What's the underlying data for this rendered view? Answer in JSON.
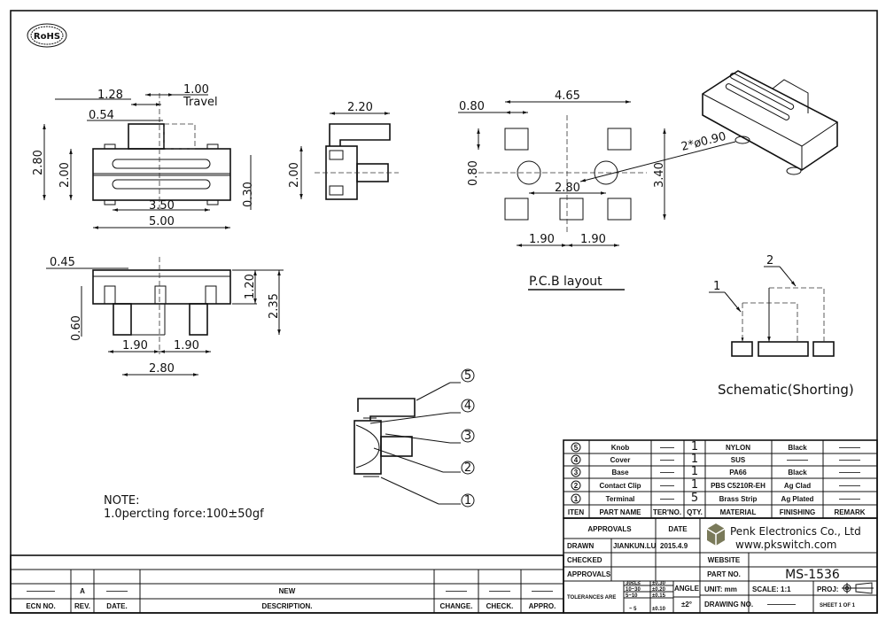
{
  "logo": {
    "label": "RoHS"
  },
  "front_view": {
    "dims": {
      "knob_offset": "1.28",
      "travel": "1.00",
      "travel_label": "Travel",
      "knob_width": "0.54",
      "height_total": "2.80",
      "body_height": "2.00",
      "slot_length": "3.50",
      "body_length": "5.00",
      "pin_thickness": "0.30"
    }
  },
  "side_view": {
    "dims": {
      "width": "2.20",
      "height": "2.00"
    }
  },
  "bottom_view": {
    "dims": {
      "pin_width": "0.45",
      "body_height": "1.20",
      "total_height": "2.35",
      "pin_length": "0.60",
      "pitch_left": "1.90",
      "pitch_right": "1.90",
      "post_spacing": "2.80"
    }
  },
  "pcb_layout": {
    "title": "P.C.B  layout",
    "dims": {
      "pad_width": "0.80",
      "overall_width": "4.65",
      "pad_height": "0.80",
      "hole_spacing": "2.80",
      "overall_height": "3.40",
      "hole_dia": "2*ø0.90",
      "pitch_left": "1.90",
      "pitch_right": "1.90"
    }
  },
  "schematic": {
    "title": "Schematic(Shorting)",
    "labels": [
      "1",
      "2"
    ]
  },
  "exploded": {
    "callouts": [
      "5",
      "4",
      "3",
      "2",
      "1"
    ]
  },
  "note": {
    "title": "NOTE:",
    "line1": "1.0percting  force:100±50gf"
  },
  "bom": {
    "headers": [
      "ITEN",
      "PART NAME",
      "TER'NO.",
      "QTY.",
      "MATERIAL",
      "FINISHING",
      "REMARK"
    ],
    "rows": [
      {
        "item": "5",
        "name": "Knob",
        "ter": "——",
        "qty": "1",
        "material": "NYLON",
        "finishing": "Black",
        "remark": "———"
      },
      {
        "item": "4",
        "name": "Cover",
        "ter": "——",
        "qty": "1",
        "material": "SUS",
        "finishing": "———",
        "remark": "———"
      },
      {
        "item": "3",
        "name": "Base",
        "ter": "——",
        "qty": "1",
        "material": "PA66",
        "finishing": "Black",
        "remark": "———"
      },
      {
        "item": "2",
        "name": "Contact Clip",
        "ter": "——",
        "qty": "1",
        "material": "PBS C5210R-EH",
        "finishing": "Ag Clad",
        "remark": "———"
      },
      {
        "item": "1",
        "name": "Terminal",
        "ter": "——",
        "qty": "5",
        "material": "Brass Strip",
        "finishing": "Ag Plated",
        "remark": "———"
      }
    ]
  },
  "title_block": {
    "approvals": "APPROVALS",
    "date": "DATE",
    "drawn": "DRAWN",
    "drawn_by": "JIANKUN.LU",
    "drawn_date": "2015.4.9",
    "checked": "CHECKED",
    "approvals2": "APPROVALS",
    "company": "Penk Electronics Co., Ltd",
    "website_url": "www.pkswitch.com",
    "website_label": "WEBSITE",
    "part_no_label": "PART NO.",
    "part_no": "MS-1536",
    "tolerances_label": "TOLERANCES ARE",
    "tolerances": [
      {
        "range": "30≤L≤",
        "tol": "±0.30"
      },
      {
        "range": "10~30",
        "tol": "±0.20"
      },
      {
        "range": "5~10",
        "tol": "±0.15"
      },
      {
        "range": "~ 5",
        "tol": "±0.10"
      }
    ],
    "angle_label": "ANGLE",
    "angle": "±2°",
    "unit": "UNIT:  mm",
    "scale": "SCALE:   1:1",
    "proj": "PROJ:",
    "drawing_no_label": "DRAWING NO.",
    "drawing_no": "————",
    "sheet": "SHEET   1  OF  1",
    "brand_color": "#7a7a5a"
  },
  "revision": {
    "row": {
      "ecn": "————",
      "rev": "A",
      "date": "———",
      "desc": "NEW",
      "change": "———",
      "check": "———",
      "appro": "———"
    },
    "headers": [
      "ECN NO.",
      "REV.",
      "DATE.",
      "DESCRIPTION.",
      "CHANGE.",
      "CHECK.",
      "APPRO."
    ]
  }
}
